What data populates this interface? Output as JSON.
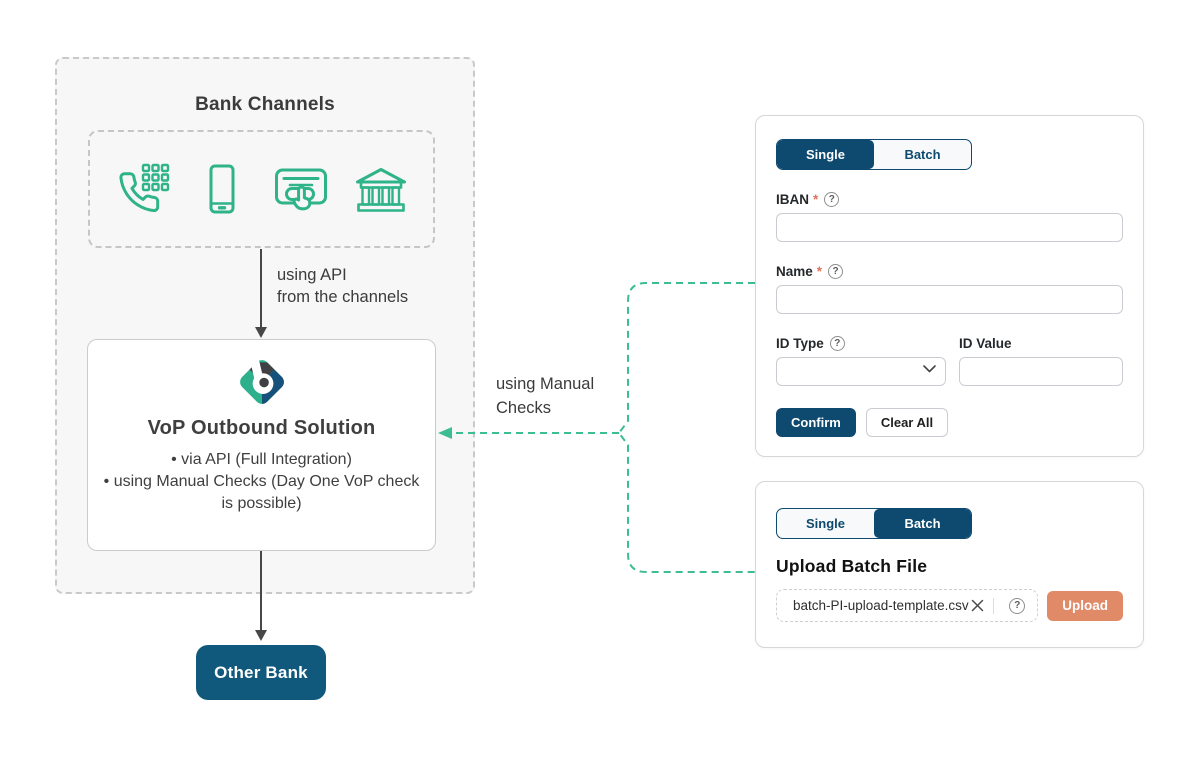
{
  "diagram": {
    "group_title": "Bank Channels",
    "channel_icons": [
      "phone-keypad-icon",
      "mobile-phone-icon",
      "card-tap-icon",
      "bank-building-icon"
    ],
    "api_label_line1": "using API",
    "api_label_line2": "from the channels",
    "manual_label_line1": "using Manual",
    "manual_label_line2": "Checks",
    "vop": {
      "title": "VoP Outbound Solution",
      "bullet_char": "•",
      "bullet_1": "via API (Full Integration)",
      "bullet_2": "using Manual Checks (Day One VoP check is possible)"
    },
    "other_bank": "Other Bank"
  },
  "common": {
    "required_mark": "*",
    "help_mark": "?"
  },
  "single_panel": {
    "tabs": [
      {
        "label": "Single",
        "active": true
      },
      {
        "label": "Batch",
        "active": false
      }
    ],
    "iban_label": "IBAN",
    "iban_value": "",
    "name_label": "Name",
    "name_value": "",
    "id_type_label": "ID Type",
    "id_type_value": "",
    "id_value_label": "ID Value",
    "id_value_value": "",
    "confirm_label": "Confirm",
    "clear_label": "Clear All"
  },
  "batch_panel": {
    "tabs": [
      {
        "label": "Single",
        "active": false
      },
      {
        "label": "Batch",
        "active": true
      }
    ],
    "heading": "Upload Batch File",
    "file_name": "batch-PI-upload-template.csv",
    "upload_label": "Upload"
  },
  "colors": {
    "navy": "#0e4a70",
    "other_bank_navy": "#11597c",
    "icon_green": "#2fb388",
    "connector_green": "#3cbd92",
    "upload_salmon": "#e18a67",
    "required_red": "#e0745a",
    "dashed_gray": "#c9c9c9",
    "panel_bg": "#f7f7f7"
  }
}
